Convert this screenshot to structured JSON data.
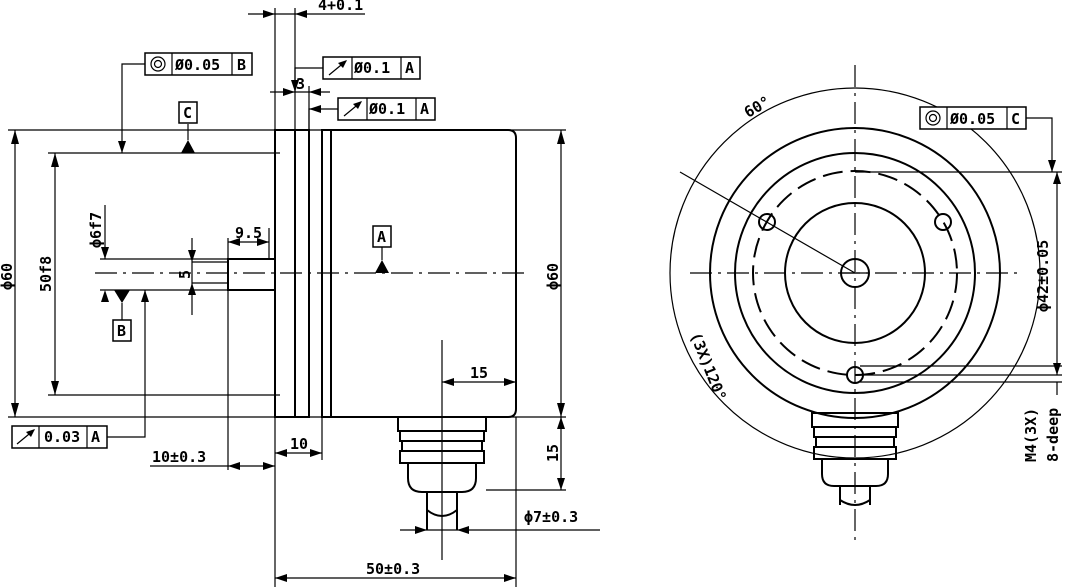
{
  "dimensions": {
    "flange_thickness": "4+0.1",
    "gap": "3",
    "small_dim": "5",
    "shaft_length": "9.5",
    "shaft_diameter": "ϕ6f7",
    "pilot": "50f8",
    "outer_left": "ϕ60",
    "outer_right": "ϕ60",
    "body_offset": "10±0.3",
    "flange_to_body": "10",
    "cable_offset": "15",
    "connector_height": "15",
    "cable_diameter": "ϕ7±0.3",
    "overall_length": "50±0.3",
    "bolt_circle": "ϕ42±0.05",
    "angle_60": "60°",
    "angle_120": "(3X)120°",
    "thread": "M4(3X)",
    "thread_depth": "8-deep"
  },
  "tolerance_frames": [
    {
      "symbol": "concentricity-icon",
      "value": "Ø0.05",
      "datum": "B"
    },
    {
      "symbol": "runout-icon",
      "value": "Ø0.1",
      "datum": "A"
    },
    {
      "symbol": "runout-icon",
      "value": "Ø0.1",
      "datum": "A"
    },
    {
      "symbol": "runout-icon",
      "value": "0.03",
      "datum": "A"
    },
    {
      "symbol": "concentricity-icon",
      "value": "Ø0.05",
      "datum": "C"
    }
  ],
  "datums": {
    "a": "A",
    "b": "B",
    "c": "C"
  }
}
